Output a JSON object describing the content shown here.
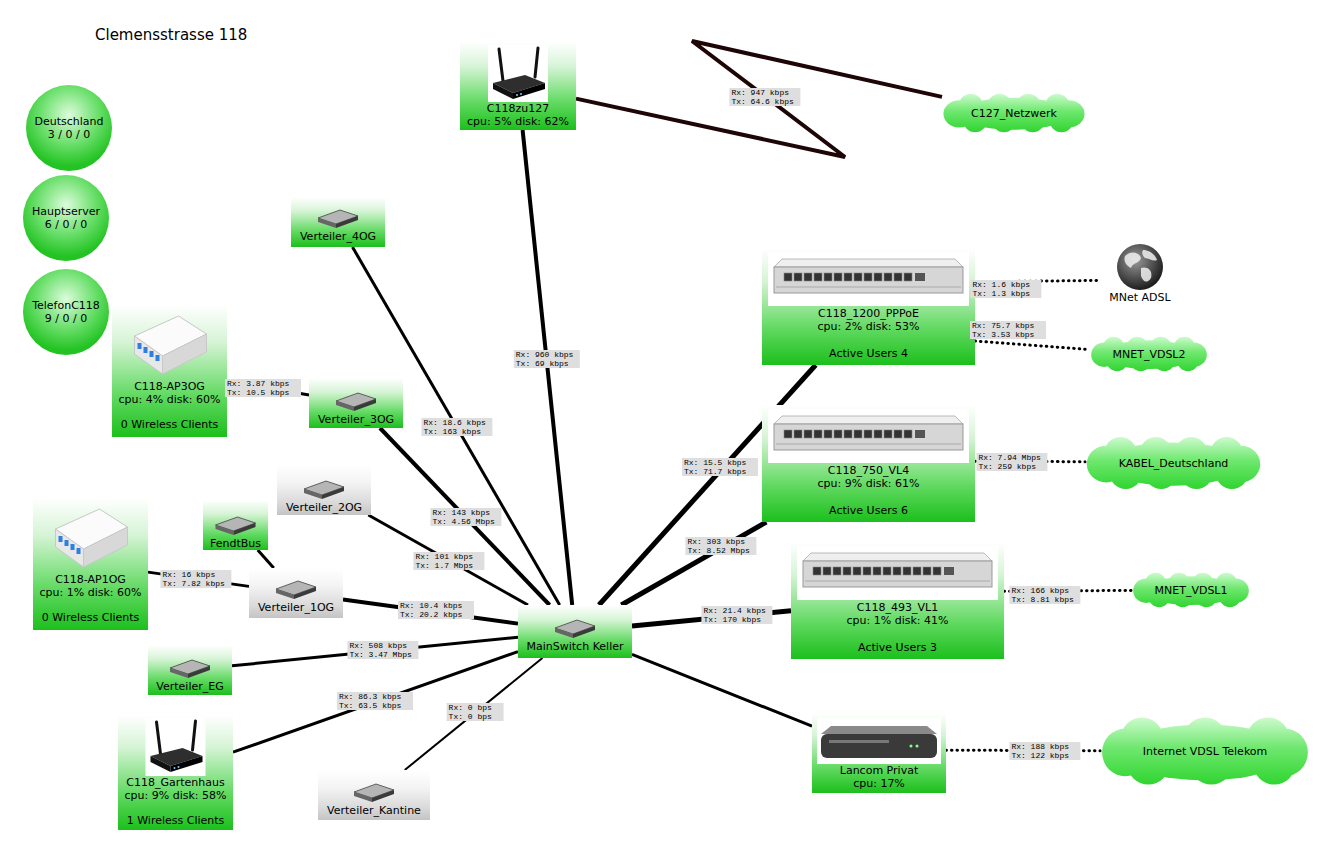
{
  "diagram": {
    "title": "Clemensstrasse 118",
    "nodes": [
      {
        "text": [
          "C118zu127",
          "cpu: 5% disk: 62%"
        ]
      },
      {
        "text": [
          "Deutschland",
          "3 / 0 / 0"
        ]
      },
      {
        "text": [
          "C127_Netzwerk"
        ]
      },
      {
        "text": [
          "Hauptserver",
          "6 / 0 / 0"
        ]
      },
      {
        "text": [
          "Verteiler_4OG"
        ]
      },
      {
        "text": [
          "MNet ADSL"
        ]
      },
      {
        "text": [
          "C118_1200_PPPoE",
          "cpu: 2% disk: 53%",
          "Active Users 4"
        ]
      },
      {
        "text": [
          "TelefonC118",
          "9 / 0 / 0"
        ]
      },
      {
        "text": [
          "C118-AP3OG",
          "cpu: 4% disk: 60%",
          "0 Wireless Clients"
        ]
      },
      {
        "text": [
          "MNET_VDSL2"
        ]
      },
      {
        "text": [
          "Verteiler_3OG"
        ]
      },
      {
        "text": [
          "C118_750_VL4",
          "cpu: 9% disk: 61%",
          "Active Users 6"
        ]
      },
      {
        "text": [
          "KABEL_Deutschland"
        ]
      },
      {
        "text": [
          "Verteiler_2OG"
        ]
      },
      {
        "text": [
          "FendtBus"
        ]
      },
      {
        "text": [
          "C118-AP1OG",
          "cpu: 1% disk: 60%",
          "0 Wireless Clients"
        ]
      },
      {
        "text": [
          "C118_493_VL1",
          "cpu: 1% disk: 41%",
          "Active Users 3"
        ]
      },
      {
        "text": [
          "Verteiler_1OG"
        ]
      },
      {
        "text": [
          "MNET_VDSL1"
        ]
      },
      {
        "text": [
          "MainSwitch Keller"
        ]
      },
      {
        "text": [
          "Verteiler_EG"
        ]
      },
      {
        "text": [
          "Lancom Privat",
          "cpu: 17%"
        ]
      },
      {
        "text": [
          "C118_Gartenhaus",
          "cpu: 9% disk: 58%",
          "1 Wireless Clients"
        ]
      },
      {
        "text": [
          "Internet VDSL Telekom"
        ]
      },
      {
        "text": [
          "Verteiler_Kantine"
        ]
      }
    ],
    "edges": [
      {
        "from": 0,
        "to": 2,
        "label": "Rx: 947 kbps Tx: 64.6 kbps",
        "arrow": "none"
      },
      {
        "from": 0,
        "to": 19,
        "label": "Rx: 960 kbps Tx: 69 kbps",
        "arrow": "none"
      },
      {
        "from": 4,
        "to": 19,
        "label": "Rx: 18.6 kbps Tx: 163 kbps",
        "arrow": "none"
      },
      {
        "from": 6,
        "to": 5,
        "label": "Rx: 1.6 kbps Tx: 1.3 kbps",
        "arrow": "none"
      },
      {
        "from": 6,
        "to": 9,
        "label": "Rx: 75.7 kbps Tx: 3.53 kbps",
        "arrow": "none"
      },
      {
        "from": 8,
        "to": 10,
        "label": "Rx: 3.87 kbps Tx: 10.5 kbps",
        "arrow": "none"
      },
      {
        "from": 10,
        "to": 19,
        "label": "Rx: 143 kbps Tx: 4.56 Mbps",
        "arrow": "none"
      },
      {
        "from": 6,
        "to": 19,
        "label": "Rx: 15.5 kbps Tx: 71.7 kbps",
        "arrow": "none"
      },
      {
        "from": 11,
        "to": 12,
        "label": "Rx: 7.94 Mbps Tx: 259 kbps",
        "arrow": "none"
      },
      {
        "from": 13,
        "to": 19,
        "label": "Rx: 101 kbps Tx: 1.7 Mbps",
        "arrow": "none"
      },
      {
        "from": 11,
        "to": 19,
        "label": "Rx: 303 kbps Tx: 8.52 Mbps",
        "arrow": "none"
      },
      {
        "from": 14,
        "to": 17,
        "arrow": "none"
      },
      {
        "from": 15,
        "to": 17,
        "label": "Rx: 16 kbps Tx: 7.82 kbps",
        "arrow": "none"
      },
      {
        "from": 17,
        "to": 19,
        "label": "Rx: 10.4 kbps Tx: 20.2 kbps",
        "arrow": "none"
      },
      {
        "from": 16,
        "to": 19,
        "label": "Rx: 21.4 kbps Tx: 170 kbps",
        "arrow": "none"
      },
      {
        "from": 16,
        "to": 18,
        "label": "Rx: 166 kbps Tx: 8.81 kbps",
        "arrow": "none"
      },
      {
        "from": 20,
        "to": 19,
        "label": "Rx: 508 kbps Tx: 3.47 Mbps",
        "arrow": "none"
      },
      {
        "from": 22,
        "to": 19,
        "label": "Rx: 86.3 kbps Tx: 63.5 kbps",
        "arrow": "none"
      },
      {
        "from": 24,
        "to": 19,
        "label": "Rx: 0 bps Tx: 0 bps",
        "arrow": "none"
      },
      {
        "from": 21,
        "to": 19,
        "arrow": "none"
      },
      {
        "from": 21,
        "to": 23,
        "label": "Rx: 188 kbps Tx: 122 kbps",
        "arrow": "none"
      }
    ]
  }
}
